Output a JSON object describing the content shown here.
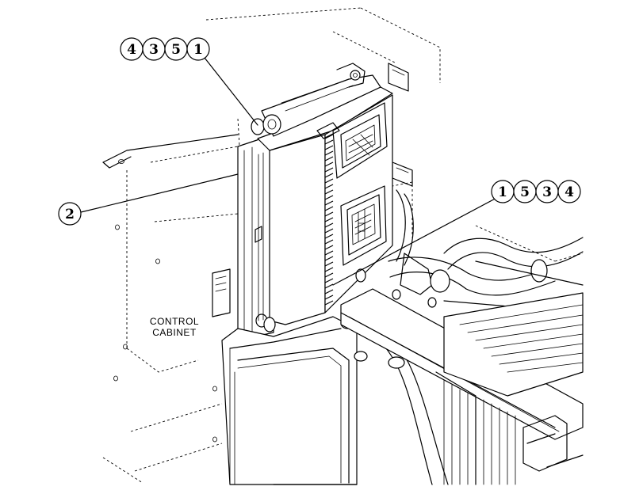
{
  "callouts": [
    {
      "name": "callout-top",
      "numbers": [
        "4",
        "3",
        "5",
        "1"
      ]
    },
    {
      "name": "callout-left",
      "numbers": [
        "2"
      ]
    },
    {
      "name": "callout-right",
      "numbers": [
        "1",
        "5",
        "3",
        "4"
      ]
    }
  ],
  "labels": {
    "control_cabinet_line1": "CONTROL",
    "control_cabinet_line2": "CABINET"
  },
  "colors": {
    "line": "#000000",
    "background": "#ffffff"
  }
}
